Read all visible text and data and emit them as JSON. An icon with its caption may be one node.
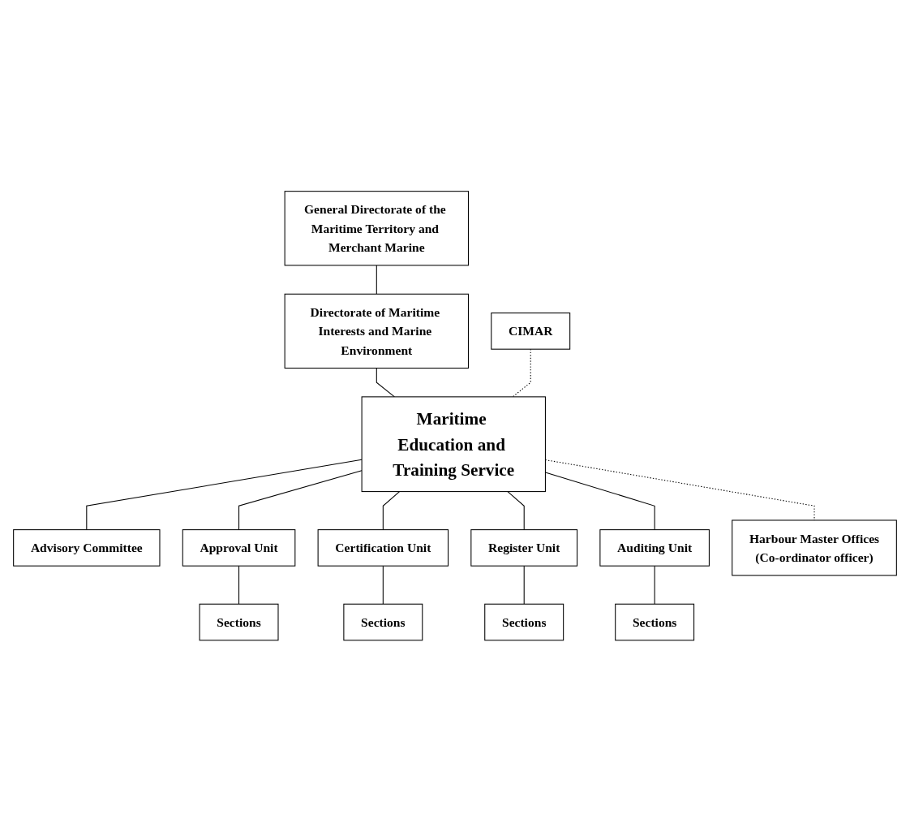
{
  "diagram": {
    "nodes": [
      {
        "text": [
          "General Directorate of the Maritime Territory and Merchant Marine"
        ]
      },
      {
        "text": [
          "Directorate of Maritime Interests and Marine Environment"
        ]
      },
      {
        "text": [
          "CIMAR"
        ]
      },
      {
        "text": [
          "Maritime Education and Training Service"
        ]
      },
      {
        "text": [
          "Advisory Committee"
        ]
      },
      {
        "text": [
          "Approval Unit"
        ]
      },
      {
        "text": [
          "Certification Unit"
        ]
      },
      {
        "text": [
          "Register Unit"
        ]
      },
      {
        "text": [
          "Auditing Unit"
        ]
      },
      {
        "text": [
          "Sections"
        ]
      },
      {
        "text": [
          "Sections"
        ]
      },
      {
        "text": [
          "Sections"
        ]
      },
      {
        "text": [
          "Sections"
        ]
      },
      {
        "text": [
          "Harbour Master Offices",
          "(Co-ordinator officer)"
        ]
      }
    ],
    "edges": [
      {
        "from": 0,
        "to": 1,
        "arrow": "none"
      },
      {
        "from": 1,
        "to": 3,
        "arrow": "none"
      },
      {
        "from": 2,
        "to": 3,
        "arrow": "none",
        "style": "dashed"
      },
      {
        "from": 3,
        "to": 4,
        "arrow": "none"
      },
      {
        "from": 3,
        "to": 5,
        "arrow": "none"
      },
      {
        "from": 3,
        "to": 6,
        "arrow": "none"
      },
      {
        "from": 3,
        "to": 7,
        "arrow": "none"
      },
      {
        "from": 3,
        "to": 8,
        "arrow": "none"
      },
      {
        "from": 5,
        "to": 9,
        "arrow": "none"
      },
      {
        "from": 6,
        "to": 10,
        "arrow": "none"
      },
      {
        "from": 7,
        "to": 11,
        "arrow": "none"
      },
      {
        "from": 8,
        "to": 12,
        "arrow": "none"
      },
      {
        "from": 3,
        "to": 13,
        "arrow": "none",
        "style": "dashed"
      }
    ]
  }
}
